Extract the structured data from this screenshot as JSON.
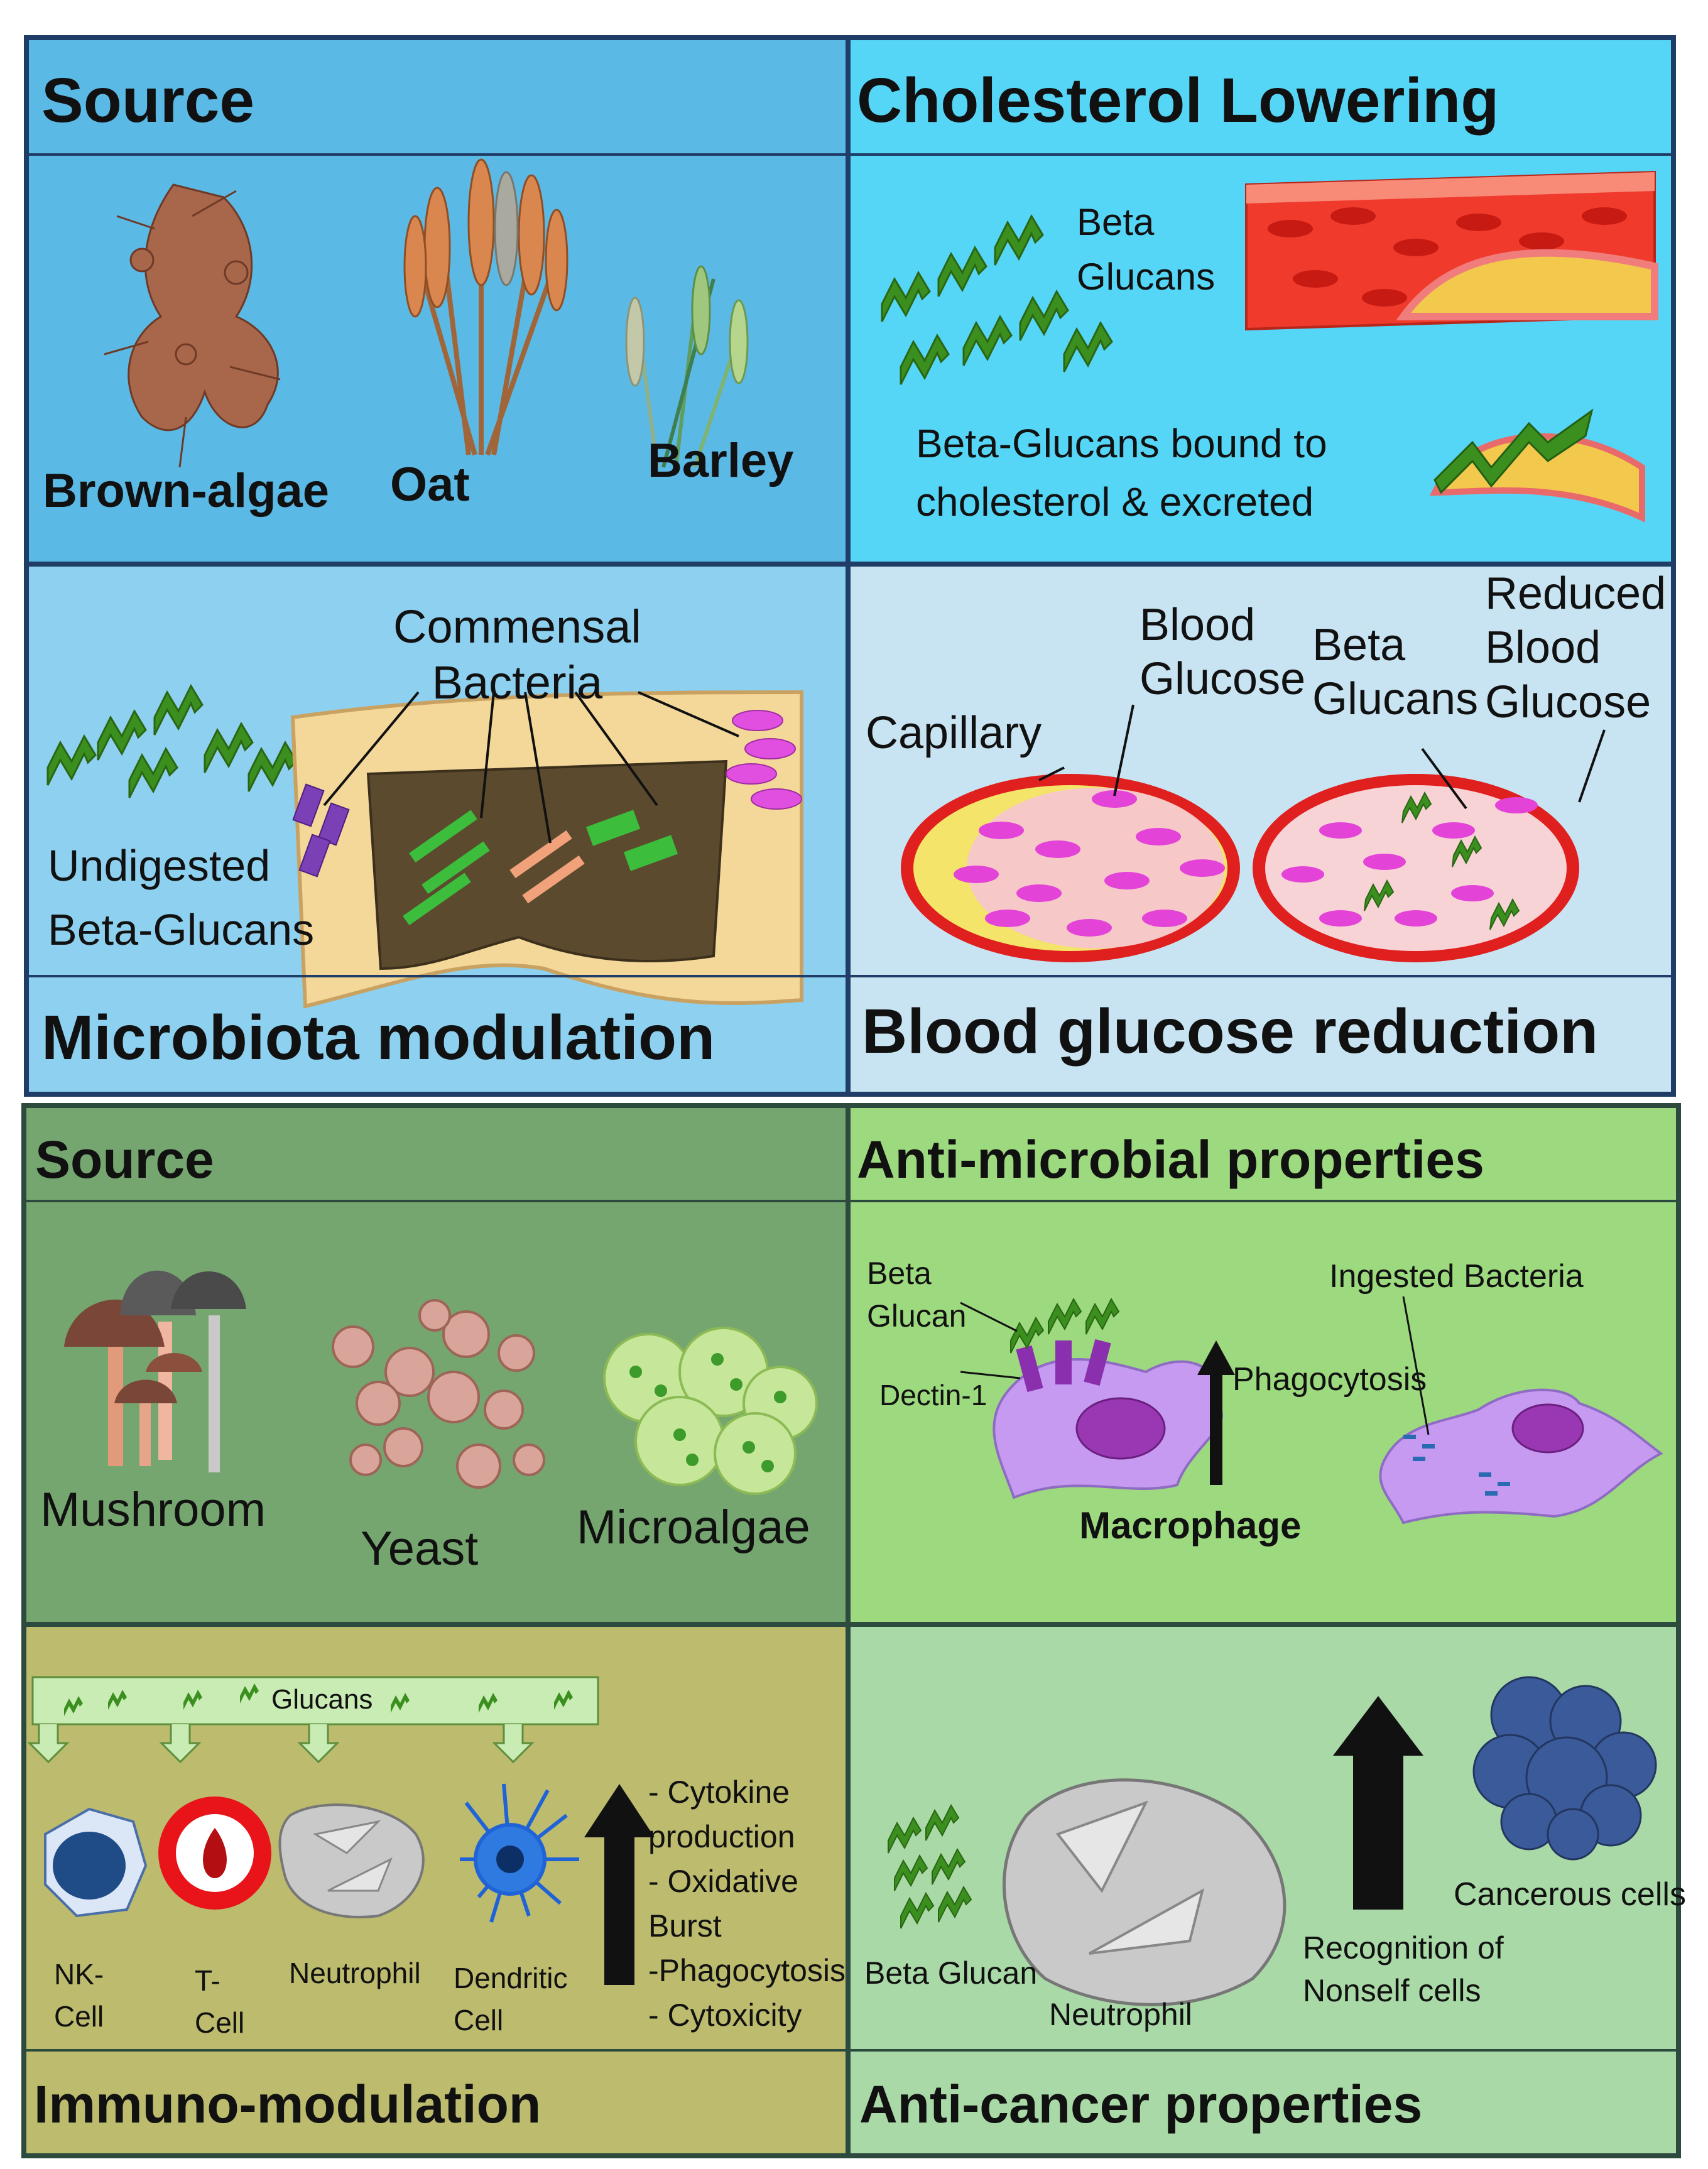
{
  "colors": {
    "top_border": "#1f3d66",
    "source1_bg": "#5bb9e6",
    "cholesterol_bg": "#56d6f7",
    "microbiota_bg": "#8ed0ef",
    "glucose_bg": "#c8e4f2",
    "source2_bg": "#76a66f",
    "antimicrobial_bg": "#9dd97e",
    "immuno_bg": "#bcbb6e",
    "anticancer_bg": "#a9d9a6",
    "bottom_border": "#2c4a3e",
    "glucan_green": "#3b8f1f"
  },
  "panels": {
    "source1": {
      "title": "Source",
      "labels": {
        "brown_algae": "Brown-algae",
        "oat": "Oat",
        "barley": "Barley"
      }
    },
    "cholesterol": {
      "title": "Cholesterol Lowering",
      "beta_glucans": [
        "Beta",
        "Glucans"
      ],
      "bound_text": [
        "Beta-Glucans bound to",
        "cholesterol & excreted"
      ]
    },
    "microbiota": {
      "title": "Microbiota modulation",
      "commensal": [
        "Commensal",
        "Bacteria"
      ],
      "undigested": [
        "Undigested",
        "Beta-Glucans"
      ]
    },
    "glucose": {
      "title": "Blood glucose reduction",
      "capillary": "Capillary",
      "blood_glucose": [
        "Blood",
        "Glucose"
      ],
      "beta_glucans": [
        "Beta",
        "Glucans"
      ],
      "reduced": [
        "Reduced",
        "Blood",
        "Glucose"
      ]
    },
    "source2": {
      "title": "Source",
      "labels": {
        "mushroom": "Mushroom",
        "yeast": "Yeast",
        "microalgae": "Microalgae"
      }
    },
    "antimicrobial": {
      "title": "Anti-microbial properties",
      "beta_glucan": [
        "Beta",
        "Glucan"
      ],
      "dectin": "Dectin-1",
      "phagocytosis": "Phagocytosis",
      "ingested": "Ingested Bacteria",
      "macrophage": "Macrophage"
    },
    "immuno": {
      "title": "Immuno-modulation",
      "glucans": "Glucans",
      "nk": [
        "NK-",
        "Cell"
      ],
      "t": [
        "T-",
        "Cell"
      ],
      "neutrophil": "Neutrophil",
      "dendritic": [
        "Dendritic",
        "Cell"
      ],
      "effects": [
        "- Cytokine",
        "production",
        "- Oxidative",
        "Burst",
        "-Phagocytosis",
        "- Cytoxicity"
      ]
    },
    "anticancer": {
      "title": "Anti-cancer properties",
      "beta_glucan": "Beta Glucan",
      "neutrophil": "Neutrophil",
      "recognition": [
        "Recognition of",
        "Nonself cells"
      ],
      "cancerous": "Cancerous cells"
    }
  }
}
